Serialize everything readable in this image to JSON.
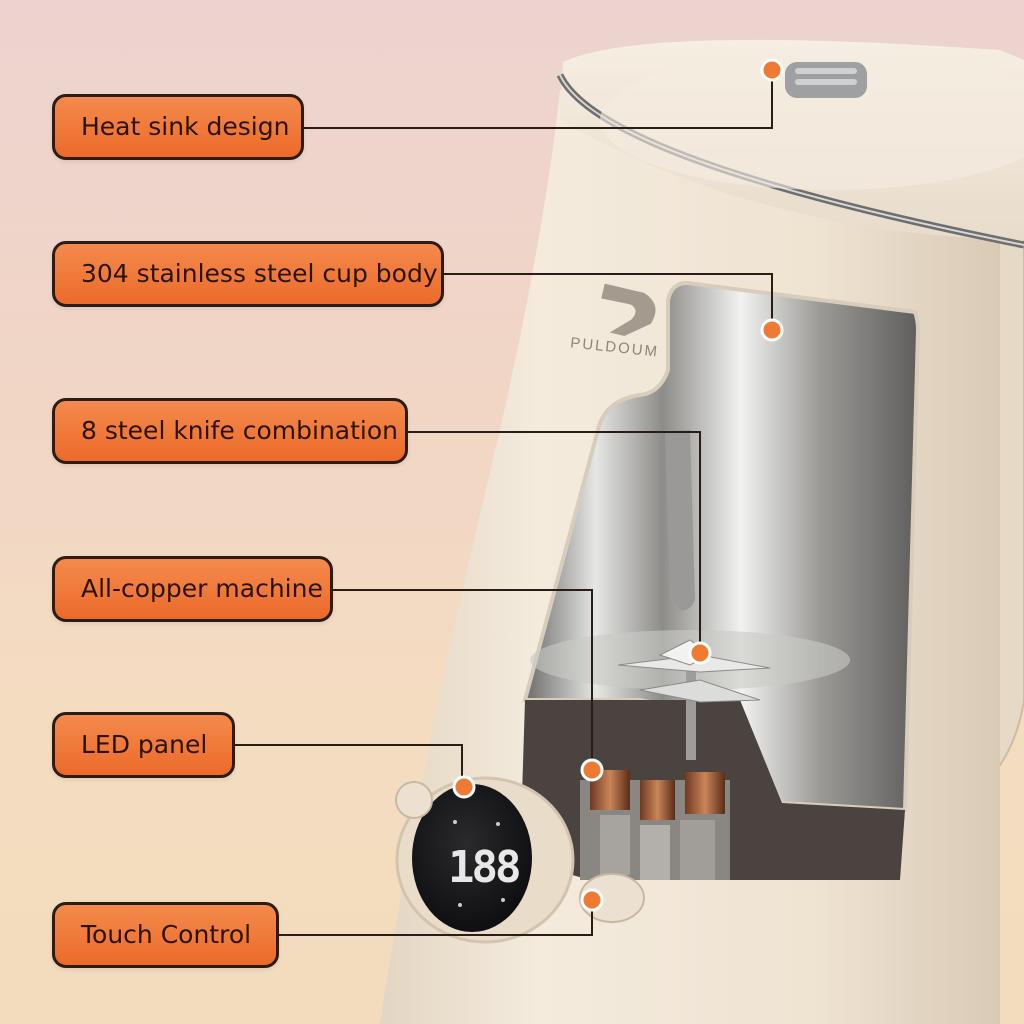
{
  "brand": {
    "logo_text": "PULDOUM"
  },
  "callouts": {
    "heat_sink": "Heat sink design",
    "cup_body": "304 stainless steel cup body",
    "knife": "8 steel knife combination",
    "motor": "All-copper machine",
    "led": "LED panel",
    "touch": "Touch Control"
  },
  "display": {
    "digits": "188"
  },
  "colors": {
    "callout_fill": "#ec6a2a",
    "callout_border": "#2a1d18",
    "marker": "#ef7a33",
    "body": "#efe3d2",
    "leader_line": "#2a1d18"
  },
  "icons": {
    "marker": "orange-dot"
  }
}
